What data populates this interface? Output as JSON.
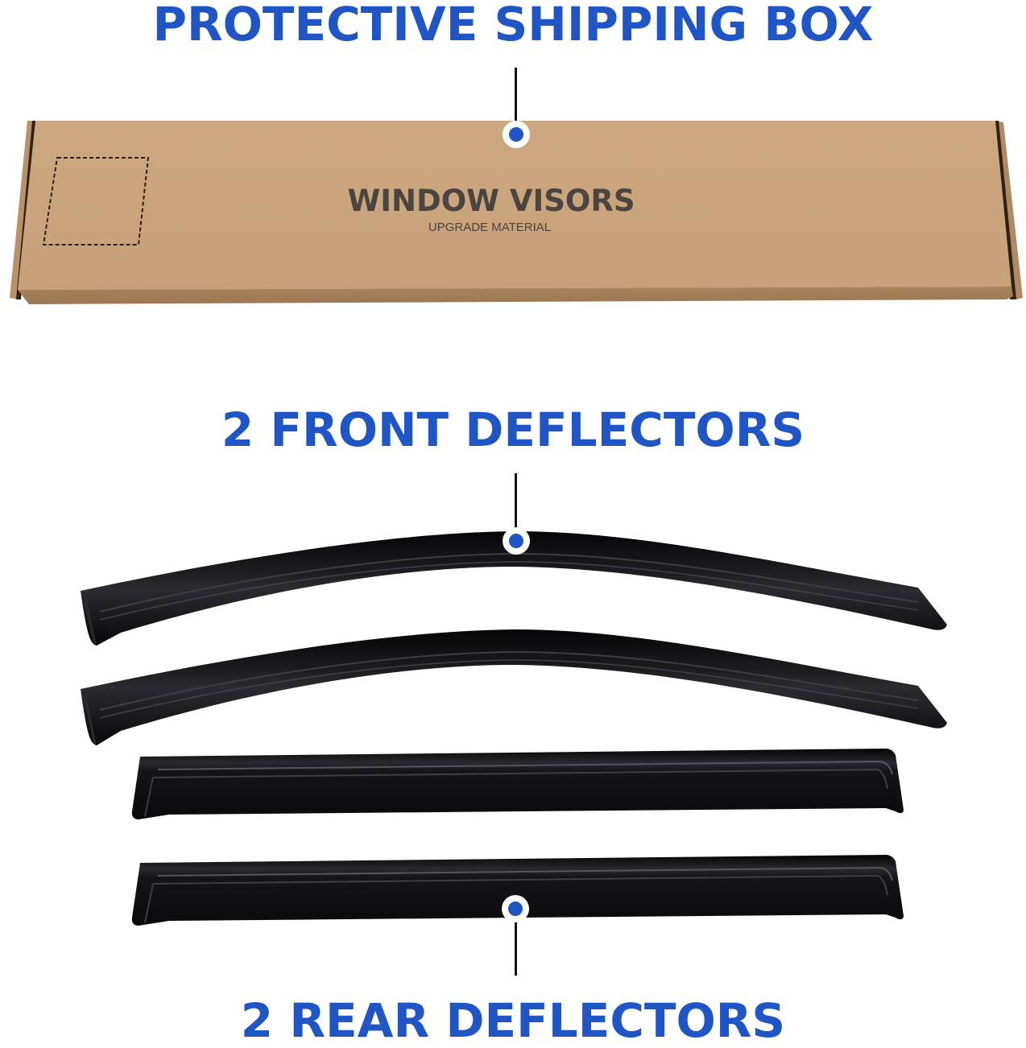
{
  "headings": {
    "shipping_box": "PROTECTIVE SHIPPING BOX",
    "front": "2 FRONT DEFLECTORS",
    "rear": "2 REAR DEFLECTORS"
  },
  "box": {
    "title": "WINDOW VISORS",
    "subtitle": "UPGRADE MATERIAL"
  },
  "colors": {
    "accent_blue": "#1f55c4",
    "cardboard": "#c9a37a",
    "deflector": "#0e0e10",
    "background": "#ffffff"
  },
  "items": [
    {
      "name": "shipping box",
      "count": 1
    },
    {
      "name": "front deflector",
      "count": 2
    },
    {
      "name": "rear deflector",
      "count": 2
    }
  ]
}
